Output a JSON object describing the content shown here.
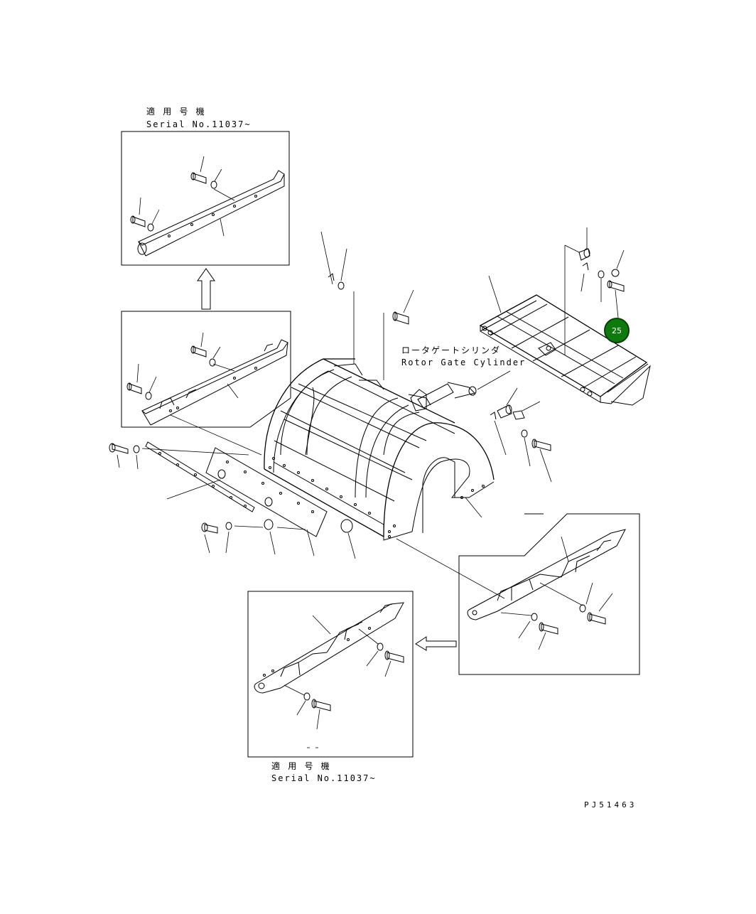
{
  "labels": {
    "top_applicable_jp": "適 用 号 機",
    "top_serial": "Serial No.11037~",
    "rotor_gate_jp": "ロータゲートシリンダ",
    "rotor_gate_en": "Rotor Gate Cylinder",
    "bottom_applicable_jp": "適 用 号 機",
    "bottom_serial": "Serial No.11037~",
    "drawing_code": "PJ51463"
  },
  "callouts": [
    {
      "number": "25",
      "color": "#0e7a0e"
    }
  ],
  "colors": {
    "line": "#000000",
    "background": "#ffffff"
  }
}
